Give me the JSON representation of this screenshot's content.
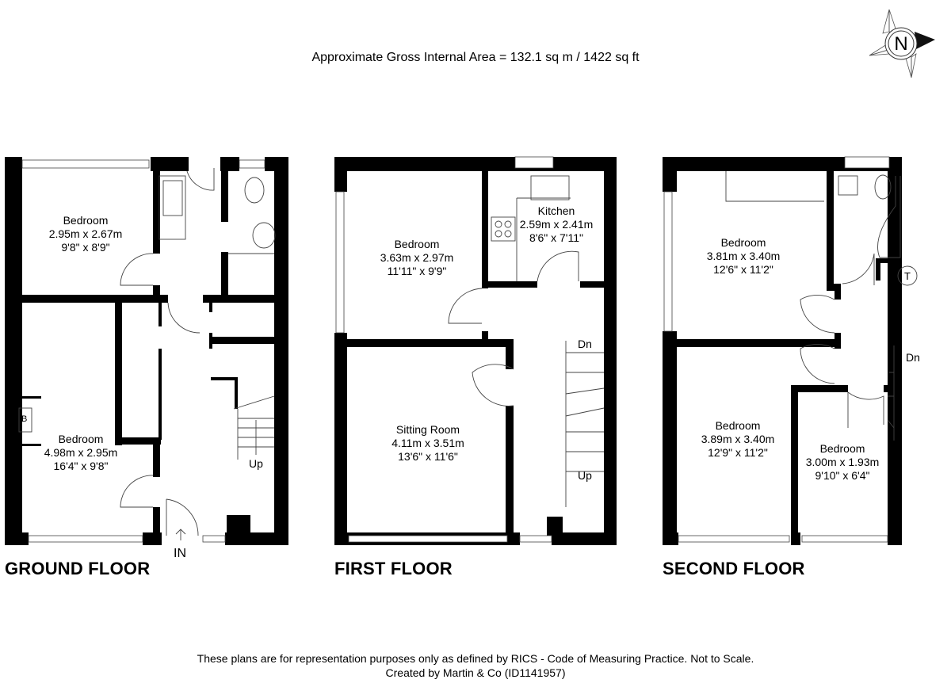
{
  "header": {
    "area_text": "Approximate Gross Internal Area = 132.1 sq m / 1422 sq ft"
  },
  "compass": {
    "icon": "north-arrow-icon",
    "label": "N"
  },
  "floors": [
    {
      "name": "GROUND FLOOR",
      "rooms": [
        {
          "name": "Bedroom",
          "metric": "2.95m x 2.67m",
          "imperial": "9'8\" x 8'9\""
        },
        {
          "name": "Bedroom",
          "metric": "4.98m x 2.95m",
          "imperial": "16'4\" x 9'8\""
        }
      ],
      "labels": {
        "boiler": "B",
        "stairs": "Up",
        "entrance": "IN"
      }
    },
    {
      "name": "FIRST FLOOR",
      "rooms": [
        {
          "name": "Bedroom",
          "metric": "3.63m x 2.97m",
          "imperial": "11'11\" x 9'9\""
        },
        {
          "name": "Kitchen",
          "metric": "2.59m x 2.41m",
          "imperial": "8'6\" x 7'11\""
        },
        {
          "name": "Sitting Room",
          "metric": "4.11m x 3.51m",
          "imperial": "13'6\" x 11'6\""
        }
      ],
      "labels": {
        "stairs_down": "Dn",
        "stairs_up": "Up"
      }
    },
    {
      "name": "SECOND FLOOR",
      "rooms": [
        {
          "name": "Bedroom",
          "metric": "3.81m x 3.40m",
          "imperial": "12'6\" x 11'2\""
        },
        {
          "name": "Bedroom",
          "metric": "3.89m x 3.40m",
          "imperial": "12'9\" x 11'2\""
        },
        {
          "name": "Bedroom",
          "metric": "3.00m x 1.93m",
          "imperial": "9'10\" x 6'4\""
        }
      ],
      "labels": {
        "stairs_down": "Dn",
        "tank": "T"
      }
    }
  ],
  "footer": {
    "disclaimer": "These plans are for representation purposes only as defined by RICS - Code of Measuring Practice. Not to Scale.",
    "credit": "Created by Martin & Co (ID1141957)"
  }
}
